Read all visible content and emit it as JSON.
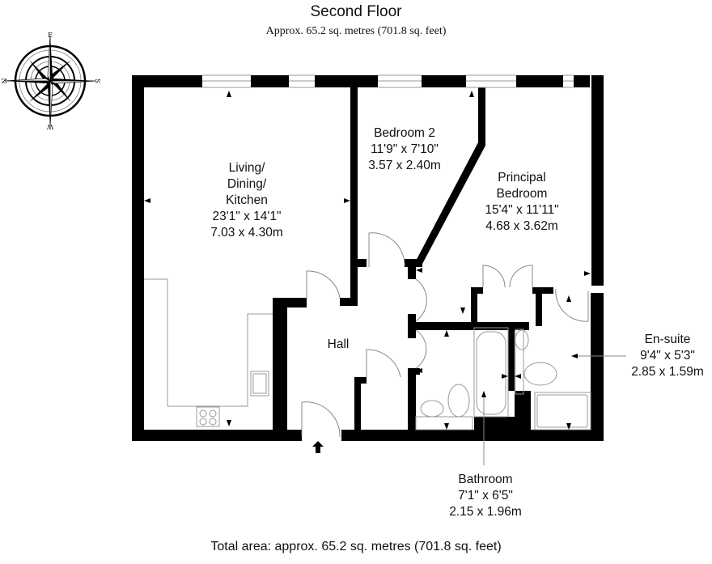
{
  "header": {
    "title": "Second Floor",
    "subtitle": "Approx. 65.2 sq. metres (701.8 sq. feet)"
  },
  "compass": {
    "labels": {
      "top": "E",
      "left": "N",
      "right": "S",
      "bottom": "W"
    }
  },
  "rooms": [
    {
      "id": "living",
      "name_lines": [
        "Living/",
        "Dining/",
        "Kitchen"
      ],
      "imperial": "23'1\" x 14'1\"",
      "metric": "7.03 x 4.30m"
    },
    {
      "id": "bedroom2",
      "name_lines": [
        "Bedroom 2"
      ],
      "imperial": "11'9\" x 7'10\"",
      "metric": "3.57 x 2.40m"
    },
    {
      "id": "principal",
      "name_lines": [
        "Principal",
        "Bedroom"
      ],
      "imperial": "15'4\" x 11'11\"",
      "metric": "4.68 x 3.62m"
    },
    {
      "id": "hall",
      "name_lines": [
        "Hall"
      ]
    },
    {
      "id": "ensuite",
      "name_lines": [
        "En-suite"
      ],
      "imperial": "9'4\" x 5'3\"",
      "metric": "2.85 x 1.59m"
    },
    {
      "id": "bathroom",
      "name_lines": [
        "Bathroom"
      ],
      "imperial": "7'1\" x 6'5\"",
      "metric": "2.15 x 1.96m"
    }
  ],
  "footer": {
    "total": "Total area: approx. 65.2 sq. metres (701.8 sq. feet)"
  },
  "colors": {
    "wall": "#000000",
    "line": "#888888",
    "background": "#ffffff"
  }
}
